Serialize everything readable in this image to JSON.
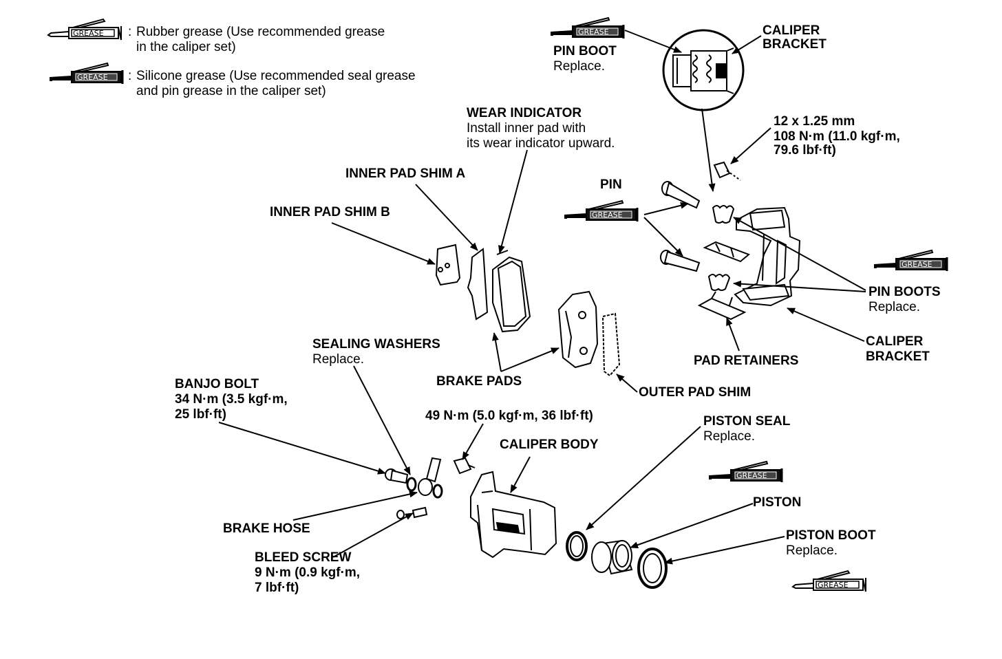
{
  "legend": {
    "rubber_desc_1": "Rubber grease (Use recommended grease",
    "rubber_desc_2": "in the caliper set)",
    "silicone_desc_1": "Silicone grease (Use recommended seal grease",
    "silicone_desc_2": "and pin grease in the caliper set)",
    "colon": ":"
  },
  "grease_tag": "GREASE",
  "labels": {
    "pin_boot_top": "PIN BOOT",
    "pin_boot_top_note": "Replace.",
    "caliper_bracket_top_1": "CALIPER",
    "caliper_bracket_top_2": "BRACKET",
    "wear_indicator": "WEAR INDICATOR",
    "wear_indicator_note_1": "Install inner pad with",
    "wear_indicator_note_2": "its wear indicator upward.",
    "bolt_spec_1": "12 x 1.25 mm",
    "bolt_spec_2": "108 N·m (11.0 kgf·m,",
    "bolt_spec_3": "79.6 lbf·ft)",
    "inner_pad_shim_a": "INNER PAD SHIM A",
    "inner_pad_shim_b": "INNER PAD SHIM B",
    "pin": "PIN",
    "pin_boots": "PIN BOOTS",
    "pin_boots_note": "Replace.",
    "caliper_bracket_right_1": "CALIPER",
    "caliper_bracket_right_2": "BRACKET",
    "pad_retainers": "PAD RETAINERS",
    "sealing_washers": "SEALING WASHERS",
    "sealing_washers_note": "Replace.",
    "brake_pads": "BRAKE PADS",
    "outer_pad_shim": "OUTER PAD SHIM",
    "banjo_bolt": "BANJO BOLT",
    "banjo_bolt_spec_1": "34 N·m (3.5 kgf·m,",
    "banjo_bolt_spec_2": "25 lbf·ft)",
    "caliper_bolt_spec": "49 N·m (5.0 kgf·m, 36 lbf·ft)",
    "caliper_body": "CALIPER BODY",
    "piston_seal": "PISTON SEAL",
    "piston_seal_note": "Replace.",
    "piston": "PISTON",
    "piston_boot": "PISTON BOOT",
    "piston_boot_note": "Replace.",
    "brake_hose": "BRAKE HOSE",
    "bleed_screw": "BLEED SCREW",
    "bleed_screw_spec_1": "9 N·m (0.9 kgf·m,",
    "bleed_screw_spec_2": "7 lbf·ft)"
  }
}
